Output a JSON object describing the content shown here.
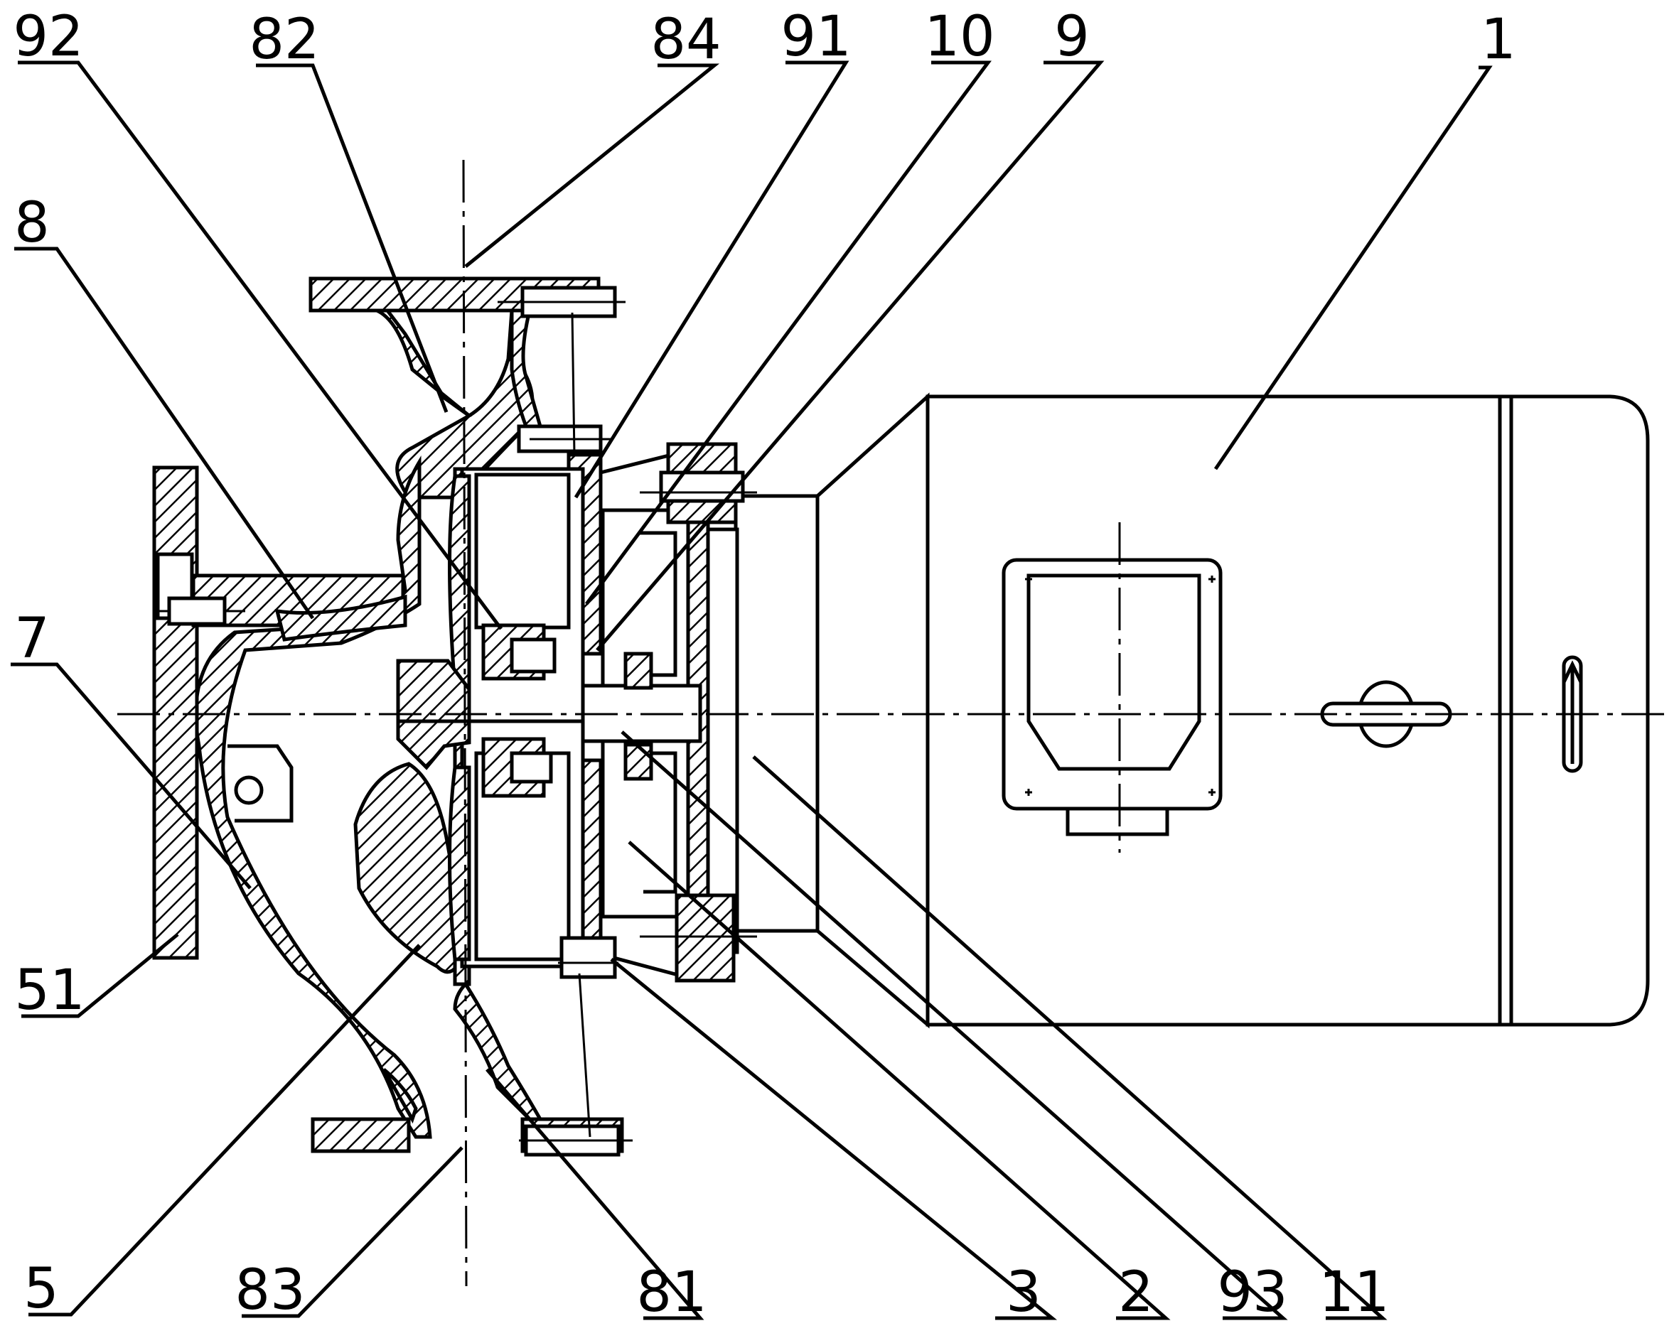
{
  "colors": {
    "ink": "#000000",
    "paper": "#ffffff"
  },
  "callouts": [
    {
      "id": "c92",
      "label": "92"
    },
    {
      "id": "c82",
      "label": "82"
    },
    {
      "id": "c84",
      "label": "84"
    },
    {
      "id": "c91",
      "label": "91"
    },
    {
      "id": "c10",
      "label": "10"
    },
    {
      "id": "c9",
      "label": "9"
    },
    {
      "id": "c1",
      "label": "1"
    },
    {
      "id": "c8",
      "label": "8"
    },
    {
      "id": "c7",
      "label": "7"
    },
    {
      "id": "c51",
      "label": "51"
    },
    {
      "id": "c5",
      "label": "5"
    },
    {
      "id": "c83",
      "label": "83"
    },
    {
      "id": "c81",
      "label": "81"
    },
    {
      "id": "c3",
      "label": "3"
    },
    {
      "id": "c2",
      "label": "2"
    },
    {
      "id": "c93",
      "label": "93"
    },
    {
      "id": "c11",
      "label": "11"
    }
  ]
}
